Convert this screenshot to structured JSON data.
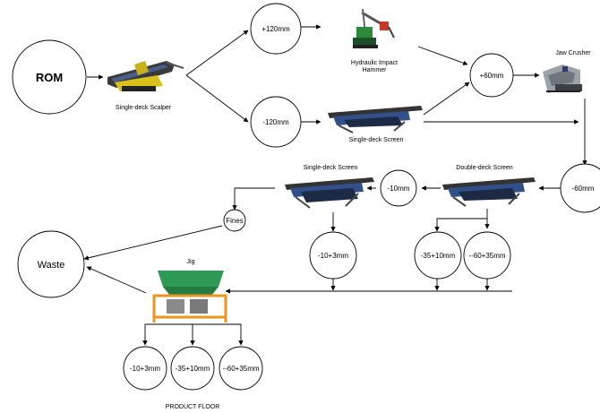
{
  "nodes": {
    "rom": "ROM",
    "plus120": "+120mm",
    "minus120": "-120mm",
    "plus60": "+60mm",
    "minus60": "-60mm",
    "minus10": "-10mm",
    "fines": "Fines",
    "waste": "Waste",
    "minus10plus3_mid": "-10+3mm",
    "minus35plus10_mid": "-35+10mm",
    "minus60plus35_mid": "--60+35mm",
    "product_1": "-10+3mm",
    "product_2": "-35+10mm",
    "product_3": "--60+35mm"
  },
  "equipment": {
    "scalper": "Single-deck Scalper",
    "hammer_line1": "Hydraulic Impact",
    "hammer_line2": "Hammer",
    "screen_top": "Single-deck Screen",
    "jaw": "Jaw Crusher",
    "double_deck": "Double-deck Screen",
    "screen_mid": "Single-deck Screen",
    "jig": "Jig"
  },
  "footer": {
    "product_floor": "PRODUCT FLOOR"
  }
}
